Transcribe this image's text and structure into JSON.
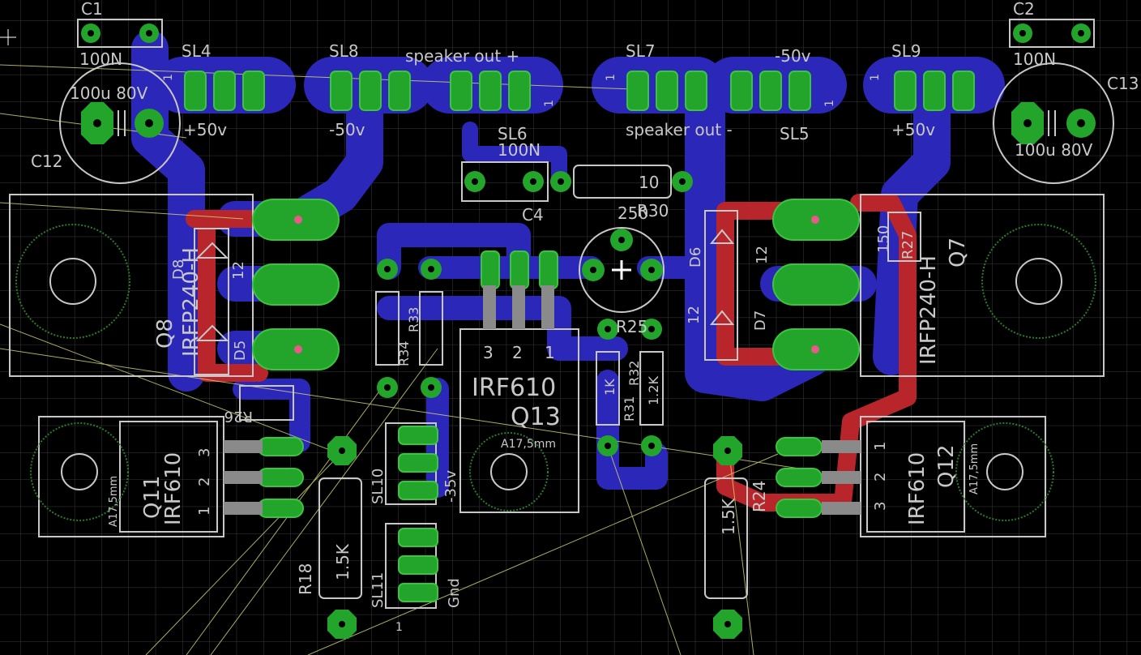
{
  "colors": {
    "background": "#000000",
    "grid": "#3a3a3a",
    "bottom_copper": "#2b27b8",
    "top_copper": "#b8262b",
    "pad": "#22a52a",
    "pad_light": "#3cc43f",
    "silkscreen": "#c8c8c8",
    "airwire": "#d8d87a"
  },
  "silkscreen": {
    "c1": {
      "name": "C1",
      "value": "100N"
    },
    "c2": {
      "name": "C2",
      "value": "100N"
    },
    "c4": {
      "name": "C4",
      "value": "100N"
    },
    "c12": {
      "name": "C12",
      "value": "100u 80V"
    },
    "c13": {
      "name": "C13",
      "value": "100u 80V"
    },
    "sl4": {
      "name": "SL4",
      "label": "+50v",
      "pin": "1"
    },
    "sl8": {
      "name": "SL8",
      "label": "-50v"
    },
    "sl6": {
      "name": "SL6",
      "label": "speaker out +",
      "pin": "1"
    },
    "sl7": {
      "name": "SL7",
      "label": "speaker out -",
      "pin": "1"
    },
    "sl5": {
      "name": "SL5",
      "label": "-50v",
      "pin": "1"
    },
    "sl9": {
      "name": "SL9",
      "label": "+50v",
      "pin": "1"
    },
    "r30": {
      "name": "R30",
      "value": "10"
    },
    "r25": {
      "name": "R25",
      "value": "250"
    },
    "q8": {
      "name": "Q8",
      "part": "IRFP240-H"
    },
    "q7": {
      "name": "Q7",
      "part": "IRFP240-H"
    },
    "d8": {
      "name": "D8",
      "value": "12"
    },
    "d5": {
      "name": "D5"
    },
    "d6": {
      "name": "D6",
      "value": "12"
    },
    "d7": {
      "name": "D7",
      "value": "12"
    },
    "r27": {
      "name": "R27",
      "value": "150"
    },
    "r26": {
      "name": "R26"
    },
    "r34": {
      "name": "R34"
    },
    "r33": {
      "name": "R33"
    },
    "r31": {
      "name": "R31",
      "value": "1K"
    },
    "r32": {
      "name": "R32",
      "value": "1.2K"
    },
    "q13": {
      "name": "Q13",
      "part": "IRF610",
      "pins": [
        "3",
        "2",
        "1"
      ],
      "hole": "A17,5mm"
    },
    "q11": {
      "name": "Q11",
      "part": "IRF610",
      "pins": [
        "3",
        "2",
        "1"
      ],
      "hole": "A17,5mm"
    },
    "q12": {
      "name": "Q12",
      "part": "IRF610",
      "pins": [
        "1",
        "2",
        "3"
      ],
      "hole": "A17,5mm"
    },
    "sl10": {
      "name": "SL10",
      "label": "-35v"
    },
    "sl11": {
      "name": "SL11",
      "label": "Gnd",
      "pin": "1"
    },
    "r18": {
      "name": "R18",
      "value": "1.5K"
    },
    "r24": {
      "name": "R24",
      "value": "1.5K"
    }
  }
}
